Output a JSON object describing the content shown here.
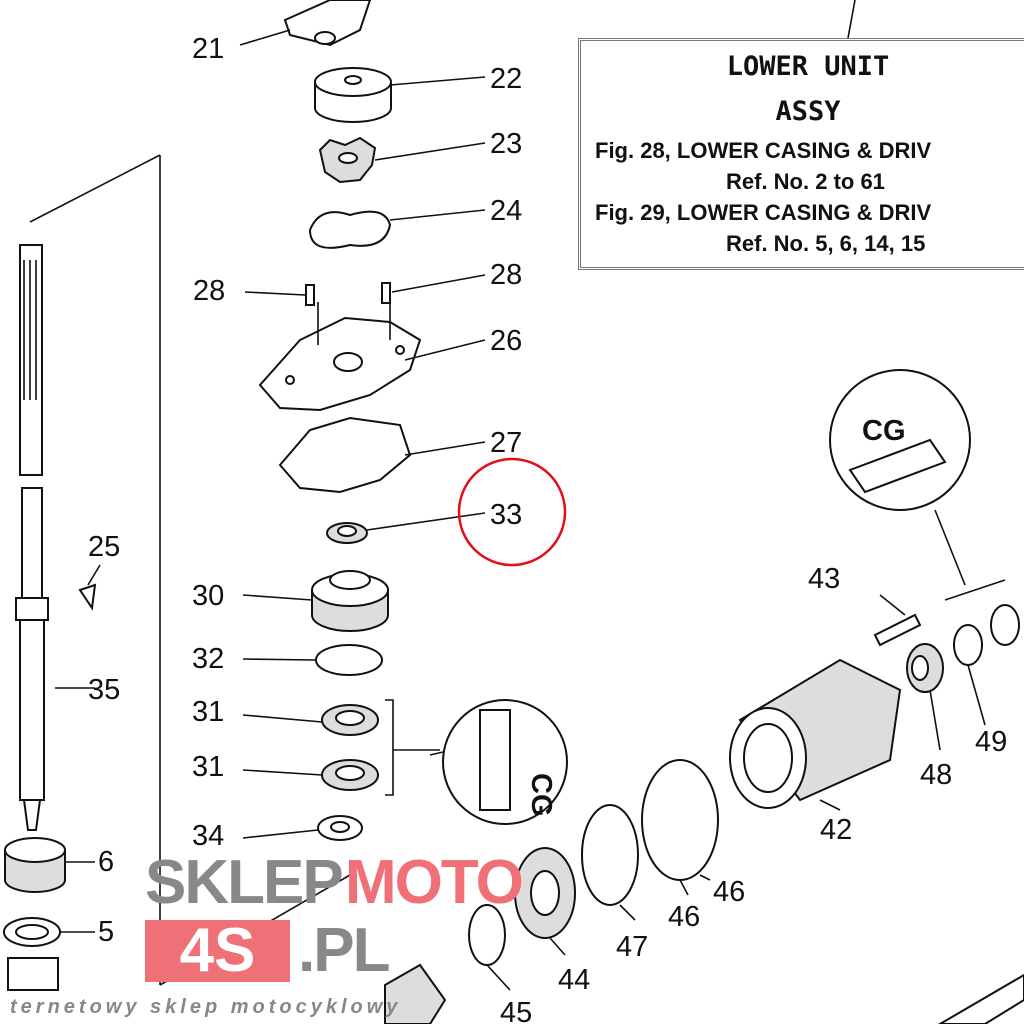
{
  "info_box": {
    "title": "LOWER UNIT",
    "subtitle": "ASSY",
    "lines": [
      "Fig. 28, LOWER CASING & DRIV",
      "Ref. No. 2 to 61",
      "Fig. 29, LOWER CASING & DRIV",
      "Ref. No. 5, 6, 14, 15"
    ]
  },
  "callouts": [
    "21",
    "22",
    "23",
    "24",
    "28",
    "28",
    "26",
    "27",
    "33",
    "25",
    "30",
    "32",
    "35",
    "31",
    "31",
    "34",
    "6",
    "5",
    "43",
    "48",
    "49",
    "42",
    "46",
    "46",
    "47",
    "44",
    "45"
  ],
  "highlight": {
    "label": "33",
    "color": "#e0101a"
  },
  "watermark": {
    "prefix": "SKLEP",
    "brand": "MOTO",
    "badge": "4S",
    "suffix": ".PL",
    "tagline": "ternetowy sklep motocyklowy",
    "color": "#f07078"
  },
  "lubricant_marks": [
    "CG",
    "CG"
  ]
}
